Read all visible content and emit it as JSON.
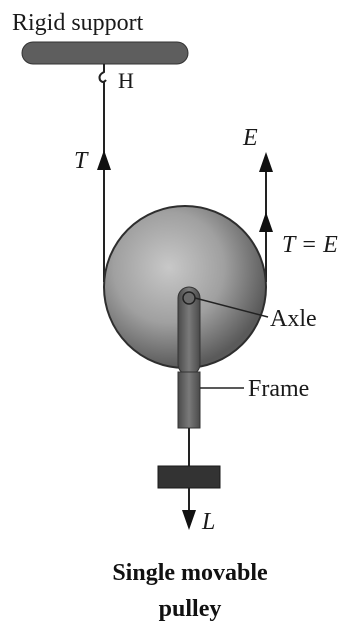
{
  "diagram": {
    "labels": {
      "support": "Rigid support",
      "hook": "H",
      "tension_left": "T",
      "effort": "E",
      "tension_right": "T = E",
      "axle": "Axle",
      "frame": "Frame",
      "load": "L"
    },
    "caption": {
      "line1": "Single movable",
      "line2": "pulley"
    }
  }
}
